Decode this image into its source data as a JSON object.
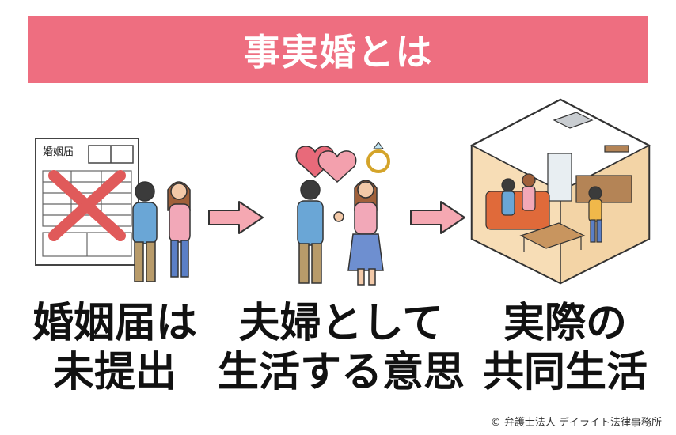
{
  "title": "事実婚とは",
  "steps": [
    {
      "form_label": "婚姻届",
      "caption_line1": "婚姻届は",
      "caption_line2": "未提出",
      "image": "couple-with-crossed-out-marriage-form"
    },
    {
      "caption_line1": "夫婦として",
      "caption_line2": "生活する意思",
      "image": "couple-holding-hands-hearts-ring"
    },
    {
      "caption_line1": "実際の",
      "caption_line2": "共同生活",
      "image": "family-living-room-cutaway"
    }
  ],
  "arrow_icon": "right-arrow-icon",
  "credit": "© 弁護士法人 デイライト法律事務所",
  "colors": {
    "banner": "#ee6e80",
    "arrow": "#f5a8b2",
    "cross": "#e05a5a"
  }
}
